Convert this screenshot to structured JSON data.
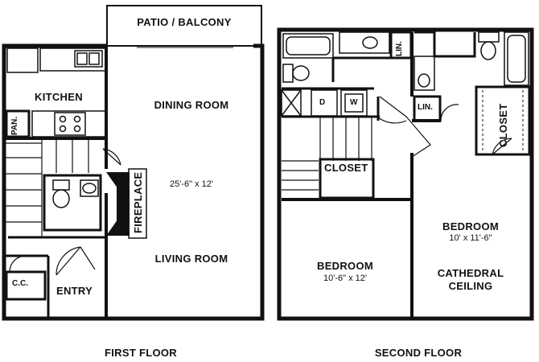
{
  "floors": {
    "first": {
      "caption": "FIRST FLOOR",
      "rooms": {
        "patio": "PATIO / BALCONY",
        "kitchen": "KITCHEN",
        "pantry": "PAN.",
        "dining": "DINING ROOM",
        "dimension": "25'-6\" x 12'",
        "fireplace": "FIREPLACE",
        "living": "LIVING ROOM",
        "coat_closet": "C.C.",
        "entry": "ENTRY"
      }
    },
    "second": {
      "caption": "SECOND FLOOR",
      "rooms": {
        "linen_top": "LIN.",
        "linen_bath": "LIN.",
        "dryer": "D",
        "washer": "W",
        "hall_closet": "CLOSET",
        "master_closet": "CLOSET",
        "bedroom_right": "BEDROOM",
        "bedroom_right_dim": "10' x 11'-6\"",
        "cathedral_1": "CATHEDRAL",
        "cathedral_2": "CEILING",
        "bedroom_left": "BEDROOM",
        "bedroom_left_dim": "10'-6\" x 12'"
      }
    }
  }
}
